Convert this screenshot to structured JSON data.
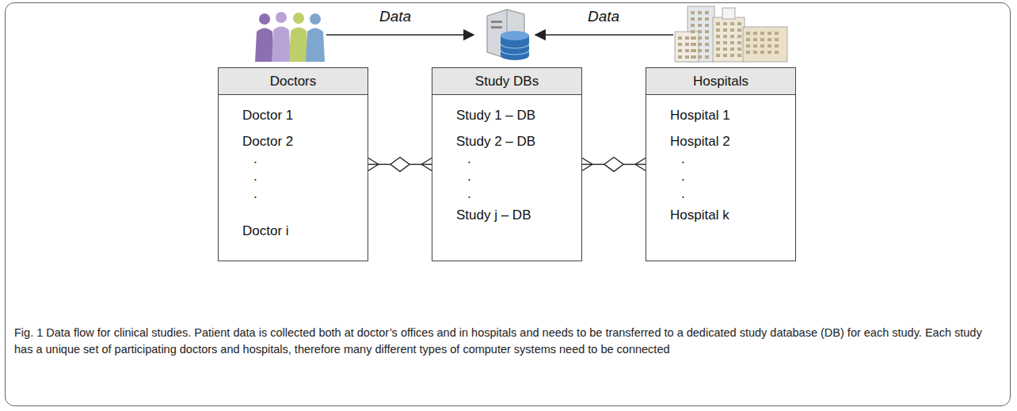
{
  "diagram": {
    "caption": "Fig. 1 Data flow for clinical studies. Patient data is collected both at doctor’s offices and in hospitals and needs to be transferred to a dedicated study database (DB) for each study. Each study has a unique set of participating doctors and hospitals, therefore many different types of computer systems need to be connected",
    "nodes": [
      {
        "text": [
          "Doctors",
          "Doctor 1",
          "Doctor 2",
          ".",
          ".",
          ".",
          "Doctor i"
        ]
      },
      {
        "text": [
          "Study DBs",
          "Study 1 – DB",
          "Study 2 – DB",
          ".",
          ".",
          ".",
          "Study j – DB"
        ]
      },
      {
        "text": [
          "Hospitals",
          "Hospital 1",
          "Hospital 2",
          ".",
          ".",
          ".",
          "Hospital k"
        ]
      }
    ],
    "edges": [
      {
        "from": 0,
        "to": 1,
        "arrow": "none"
      },
      {
        "from": 1,
        "to": 2,
        "arrow": "none"
      }
    ],
    "labels": [
      "Data",
      "Data"
    ]
  }
}
